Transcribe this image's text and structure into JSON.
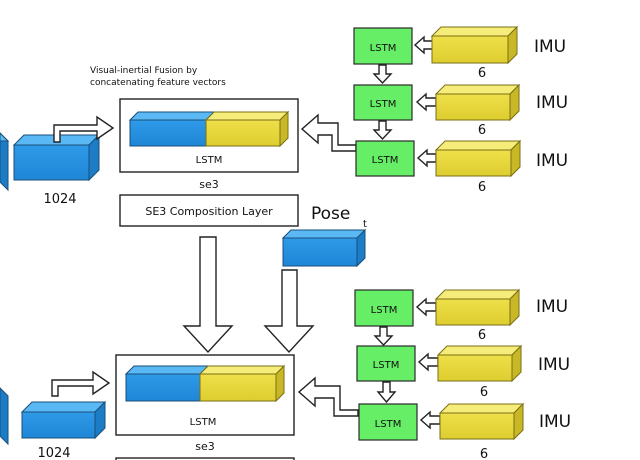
{
  "fusion_caption_line1": "Visual-inertial Fusion by",
  "fusion_caption_line2": "concatenating feature vectors",
  "lstm_label": "LSTM",
  "imu_label": "IMU",
  "imu_dim": "6",
  "feature_dim": "1024",
  "se3_label": "se3",
  "composition_label": "SE3 Composition Layer",
  "pose_label": "Pose",
  "pose_subscript": "t",
  "colors": {
    "blue": "#2a95e6",
    "yellow": "#eadb3e",
    "green": "#66ee66"
  }
}
